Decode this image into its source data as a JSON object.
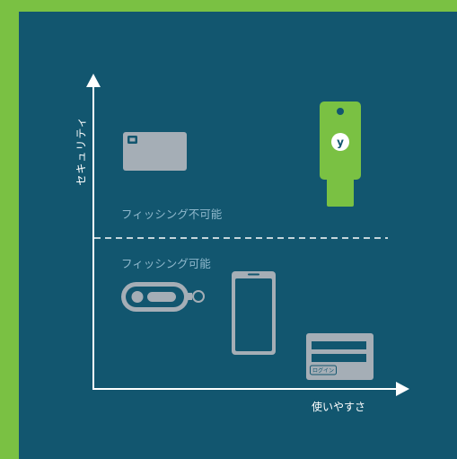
{
  "diagram": {
    "y_axis_label": "セキュリティ",
    "x_axis_label": "使いやすさ",
    "threshold_label_above": "フィッシング不可能",
    "threshold_label_below": "フィッシング可能",
    "login_card_text": "ログイン",
    "security_key_badge": "y"
  },
  "colors": {
    "border": "#7ac143",
    "background": "#12566f",
    "axis": "#ffffff",
    "device_gray": "#a5aeb6",
    "security_key": "#7ac143",
    "label_blue": "#8fb8cc"
  },
  "icons": {
    "smart_card": "smart-card-icon",
    "security_key": "security-key-icon",
    "otp_fob": "otp-keyfob-icon",
    "phone": "smartphone-icon",
    "password_card": "login-card-icon"
  }
}
